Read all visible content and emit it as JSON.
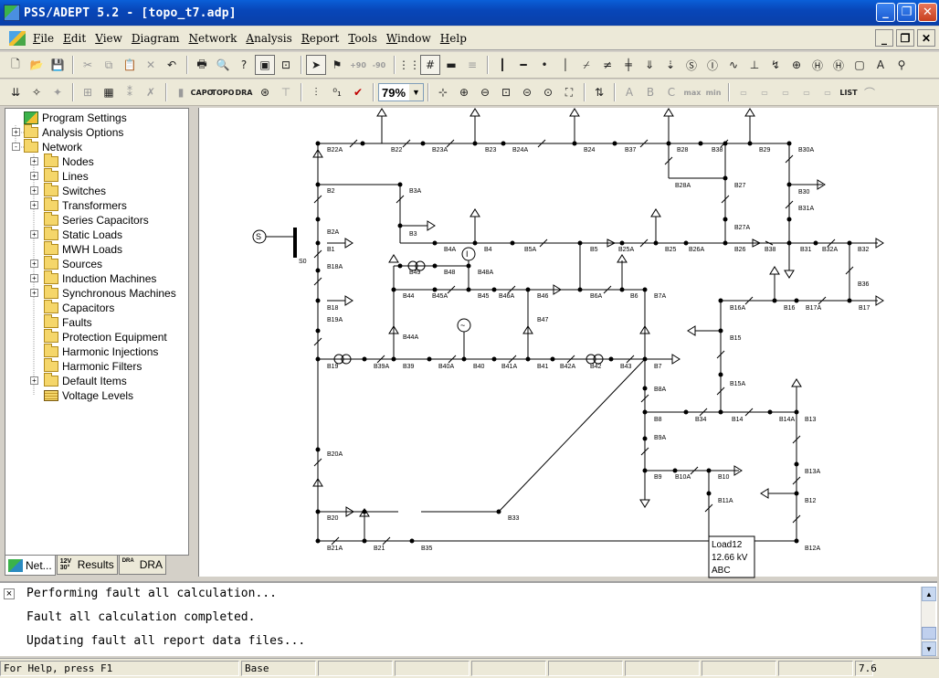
{
  "window": {
    "title": "PSS/ADEPT 5.2 - [topo_t7.adp]",
    "buttons": {
      "minimize": "_",
      "maximize": "❐",
      "close": "✕"
    }
  },
  "menu": {
    "items": [
      "File",
      "Edit",
      "View",
      "Diagram",
      "Network",
      "Analysis",
      "Report",
      "Tools",
      "Window",
      "Help"
    ],
    "mdi": {
      "minimize": "_",
      "restore": "❐",
      "close": "✕"
    }
  },
  "toolbar": {
    "rotate_plus": "+90",
    "rotate_minus": "-90",
    "capo": "CAPO",
    "topo": "TOPO",
    "dra": "DRA",
    "zoom_value": "79%",
    "text_a": "A",
    "text_b": "B",
    "text_c": "C",
    "text_max": "max",
    "text_min": "min",
    "list": "LIST"
  },
  "tree": {
    "items": [
      {
        "label": "Program Settings",
        "icon": "settings-icon",
        "expand": ""
      },
      {
        "label": "Analysis Options",
        "icon": "folder-icon",
        "expand": "+"
      },
      {
        "label": "Network",
        "icon": "folder-icon",
        "expand": "-"
      },
      {
        "label": "Nodes",
        "icon": "folder-icon",
        "expand": "+"
      },
      {
        "label": "Lines",
        "icon": "folder-icon",
        "expand": "+"
      },
      {
        "label": "Switches",
        "icon": "folder-icon",
        "expand": "+"
      },
      {
        "label": "Transformers",
        "icon": "folder-icon",
        "expand": "+"
      },
      {
        "label": "Series Capacitors",
        "icon": "folder-icon",
        "expand": ""
      },
      {
        "label": "Static Loads",
        "icon": "folder-icon",
        "expand": "+"
      },
      {
        "label": "MWH Loads",
        "icon": "folder-icon",
        "expand": ""
      },
      {
        "label": "Sources",
        "icon": "folder-icon",
        "expand": "+"
      },
      {
        "label": "Induction Machines",
        "icon": "folder-icon",
        "expand": "+"
      },
      {
        "label": "Synchronous Machines",
        "icon": "folder-icon",
        "expand": "+"
      },
      {
        "label": "Capacitors",
        "icon": "folder-icon",
        "expand": ""
      },
      {
        "label": "Faults",
        "icon": "folder-icon",
        "expand": ""
      },
      {
        "label": "Protection Equipment",
        "icon": "folder-icon",
        "expand": ""
      },
      {
        "label": "Harmonic Injections",
        "icon": "folder-icon",
        "expand": ""
      },
      {
        "label": "Harmonic Filters",
        "icon": "folder-icon",
        "expand": ""
      },
      {
        "label": "Default Items",
        "icon": "folder-icon",
        "expand": "+"
      },
      {
        "label": "Voltage Levels",
        "icon": "voltage-levels-icon",
        "expand": ""
      }
    ]
  },
  "tabs": [
    {
      "label": "Net...",
      "icon_text": ""
    },
    {
      "label": "Results",
      "icon_text": "12V 30°"
    },
    {
      "label": "DRA",
      "icon_text": "DRA"
    }
  ],
  "diagram": {
    "bus_labels": [
      "B22A",
      "B22",
      "B23A",
      "B23",
      "B24A",
      "B24",
      "B37",
      "B28",
      "B38",
      "B29",
      "B30A",
      "B28A",
      "B27",
      "B30",
      "B31A",
      "B27A",
      "B2",
      "B3A",
      "B2A",
      "B3",
      "B4A",
      "B4",
      "B5A",
      "B5",
      "B25A",
      "B25",
      "B26A",
      "B26",
      "B38",
      "B31",
      "B32A",
      "B32",
      "S0",
      "B1",
      "B18A",
      "B49",
      "B48",
      "B48A",
      "B36",
      "B44",
      "B45A",
      "B45",
      "B46A",
      "B46",
      "B6A",
      "B6",
      "B7A",
      "B18",
      "B16A",
      "B16",
      "B17A",
      "B17",
      "B19A",
      "B47",
      "B44A",
      "B15",
      "B19",
      "B39A",
      "B39",
      "B40A",
      "B40",
      "B41A",
      "B41",
      "B42A",
      "B42",
      "B43",
      "B7",
      "B8A",
      "B15A",
      "B8",
      "B34",
      "B14",
      "B14A",
      "B13",
      "B9A",
      "B13A",
      "B9",
      "B10A",
      "B10",
      "B11A",
      "B12",
      "B20A",
      "B20",
      "B33",
      "B21A",
      "B21",
      "B35",
      "B12A"
    ],
    "load_box": [
      "Load12",
      "12.66 kV",
      "ABC"
    ]
  },
  "output": {
    "lines": [
      "Performing fault all calculation...",
      "Fault all calculation completed.",
      "Updating fault all report data files..."
    ]
  },
  "status": {
    "help": "For Help, press F1",
    "mode": "Base",
    "value": "7.6"
  }
}
